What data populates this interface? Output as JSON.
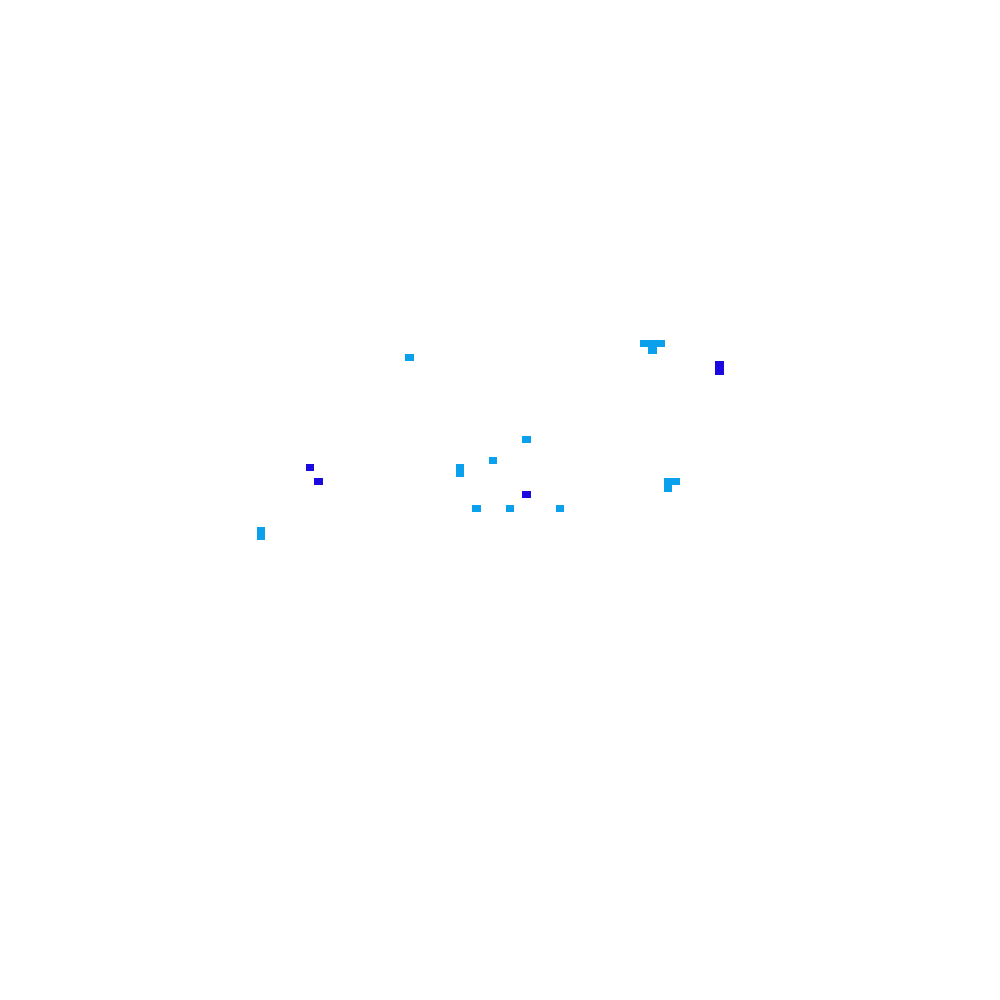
{
  "colors": {
    "background": "#ffffff",
    "light_blue": "#0aa0ec",
    "deep_blue": "#1a0ae0"
  },
  "blocks": [
    {
      "id": "block-1",
      "tone": "light_blue"
    },
    {
      "id": "block-2",
      "tone": "light_blue"
    },
    {
      "id": "block-3",
      "tone": "light_blue"
    },
    {
      "id": "block-4",
      "tone": "deep_blue"
    },
    {
      "id": "block-5",
      "tone": "light_blue"
    },
    {
      "id": "block-6",
      "tone": "light_blue"
    },
    {
      "id": "block-7",
      "tone": "deep_blue"
    },
    {
      "id": "block-8",
      "tone": "light_blue"
    },
    {
      "id": "block-9",
      "tone": "deep_blue"
    },
    {
      "id": "block-10",
      "tone": "light_blue"
    },
    {
      "id": "block-11",
      "tone": "light_blue"
    },
    {
      "id": "block-12",
      "tone": "deep_blue"
    },
    {
      "id": "block-13",
      "tone": "light_blue"
    },
    {
      "id": "block-14",
      "tone": "light_blue"
    },
    {
      "id": "block-15",
      "tone": "light_blue"
    },
    {
      "id": "block-16",
      "tone": "light_blue"
    }
  ]
}
